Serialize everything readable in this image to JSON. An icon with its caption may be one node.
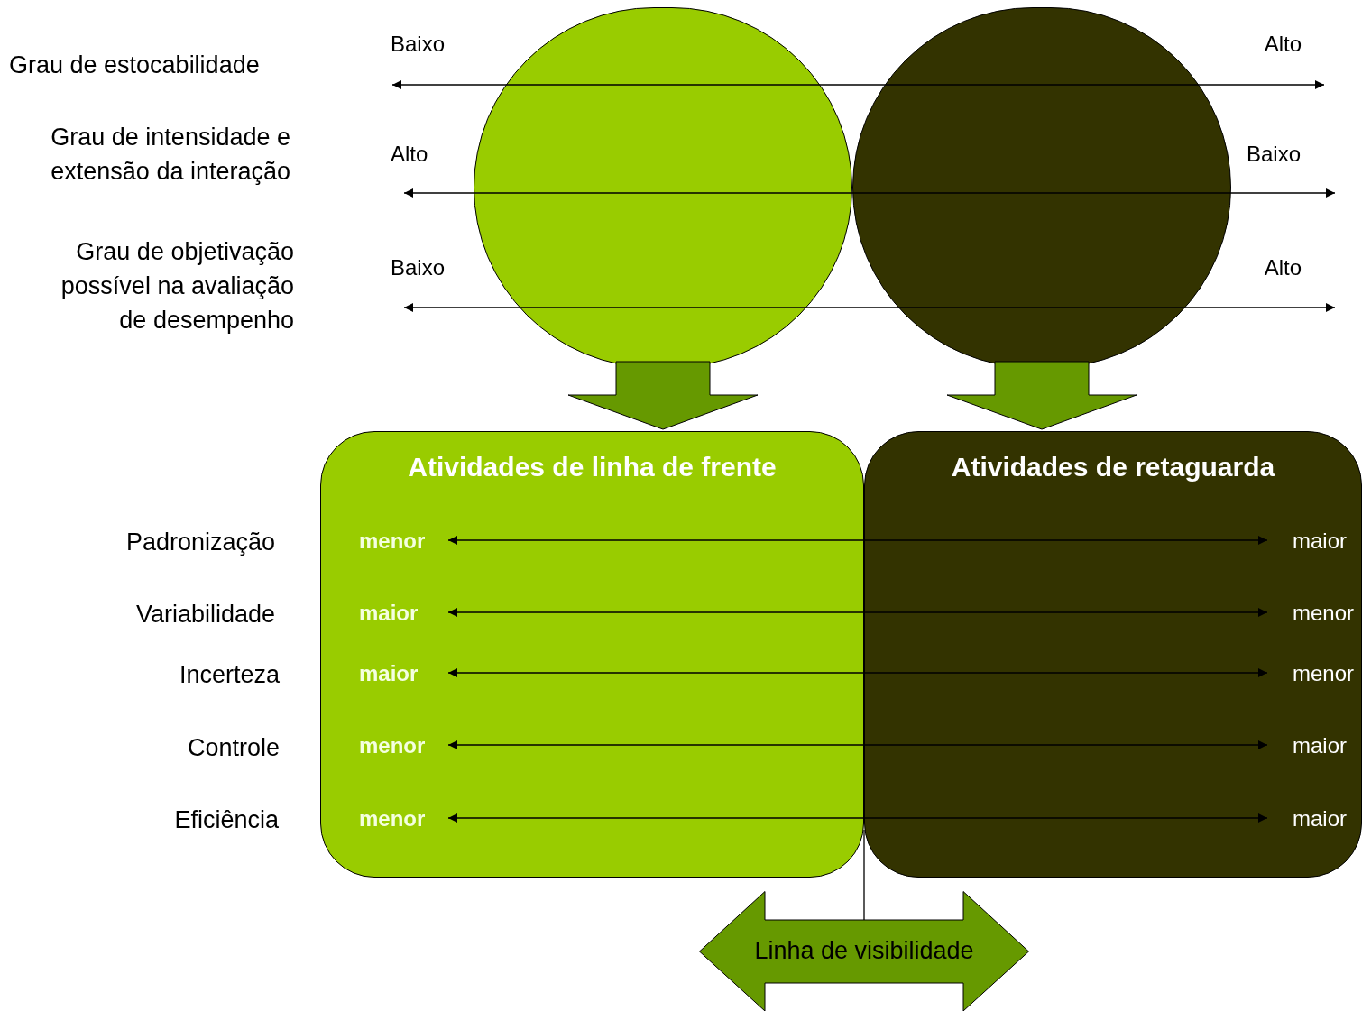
{
  "diagram": {
    "nodes": [
      {
        "text": [],
        "shape": "circle"
      },
      {
        "text": [],
        "shape": "circle"
      },
      {
        "text": [
          "Atividades de linha de frente"
        ]
      },
      {
        "text": [
          "Atividades de retaguarda"
        ]
      },
      {
        "text": [
          "Linha de visibilidade"
        ]
      },
      {
        "text": [
          "menor"
        ],
        "in": 2
      },
      {
        "text": [
          "maior"
        ],
        "in": 3
      },
      {
        "text": [
          "maior"
        ],
        "in": 2
      },
      {
        "text": [
          "menor"
        ],
        "in": 3
      },
      {
        "text": [
          "maior"
        ],
        "in": 2
      },
      {
        "text": [
          "menor"
        ],
        "in": 3
      },
      {
        "text": [
          "menor"
        ],
        "in": 2
      },
      {
        "text": [
          "maior"
        ],
        "in": 3
      },
      {
        "text": [
          "menor"
        ],
        "in": 2
      },
      {
        "text": [
          "maior"
        ],
        "in": 3
      }
    ],
    "edges": [
      {
        "from": 0,
        "to": 2,
        "arrow": "to",
        "style": "thick"
      },
      {
        "from": 1,
        "to": 3,
        "arrow": "to",
        "style": "thick"
      },
      {
        "from": 4,
        "to": 3,
        "arrow": "none"
      },
      {
        "from": 5,
        "to": 6,
        "arrow": "both"
      },
      {
        "from": 7,
        "to": 8,
        "arrow": "both"
      },
      {
        "from": 9,
        "to": 10,
        "arrow": "both"
      },
      {
        "from": 11,
        "to": 12,
        "arrow": "both"
      },
      {
        "from": 13,
        "to": 14,
        "arrow": "both"
      }
    ],
    "labels": [
      "Grau de estocabilidade",
      "Baixo",
      "Alto",
      "Grau de intensidade e extensão da interação",
      "Alto",
      "Baixo",
      "Grau de objetivação possível na avaliação de desempenho",
      "Baixo",
      "Alto",
      "Padronização",
      "Variabilidade",
      "Incerteza",
      "Controle",
      "Eficiência"
    ]
  }
}
